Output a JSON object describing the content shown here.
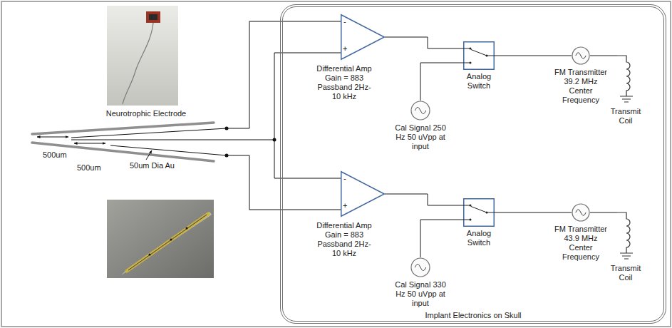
{
  "diagram": {
    "nodes": [
      {
        "text": [
          "Implant Electronics on Skull"
        ]
      },
      {
        "text": [
          "Differential Amp Gain = 883 Passband 2Hz-10 kHz"
        ],
        "in": 0
      },
      {
        "text": [
          "Cal Signal 250 Hz 50 uVpp at input"
        ],
        "in": 0
      },
      {
        "text": [
          "Analog Switch"
        ],
        "in": 0
      },
      {
        "text": [
          "FM Transmitter 39.2 MHz Center Frequency"
        ],
        "in": 0
      },
      {
        "text": [
          "Transmit Coil"
        ],
        "in": 0
      },
      {
        "text": [
          "Differential Amp Gain = 883 Passband 2Hz-10 kHz"
        ],
        "in": 0
      },
      {
        "text": [
          "Cal Signal 330 Hz 50 uVpp at input"
        ],
        "in": 0
      },
      {
        "text": [
          "Analog Switch"
        ],
        "in": 0
      },
      {
        "text": [
          "FM Transmitter 43.9 MHz Center Frequency"
        ],
        "in": 0
      },
      {
        "text": [
          "Transmit Coil"
        ],
        "in": 0
      }
    ],
    "edges": [
      {
        "from": 1,
        "to": 3,
        "arrow": "none"
      },
      {
        "from": 2,
        "to": 3,
        "arrow": "none"
      },
      {
        "from": 3,
        "to": 4,
        "arrow": "none"
      },
      {
        "from": 4,
        "to": 5,
        "arrow": "none"
      },
      {
        "from": 6,
        "to": 8,
        "arrow": "none"
      },
      {
        "from": 7,
        "to": 8,
        "arrow": "none"
      },
      {
        "from": 8,
        "to": 9,
        "arrow": "none"
      },
      {
        "from": 9,
        "to": 10,
        "arrow": "none"
      }
    ],
    "labels": [
      "Neurotrophic Electrode",
      "500um",
      "500um",
      "50um Dia Au",
      "-",
      "+",
      "-",
      "+"
    ]
  }
}
